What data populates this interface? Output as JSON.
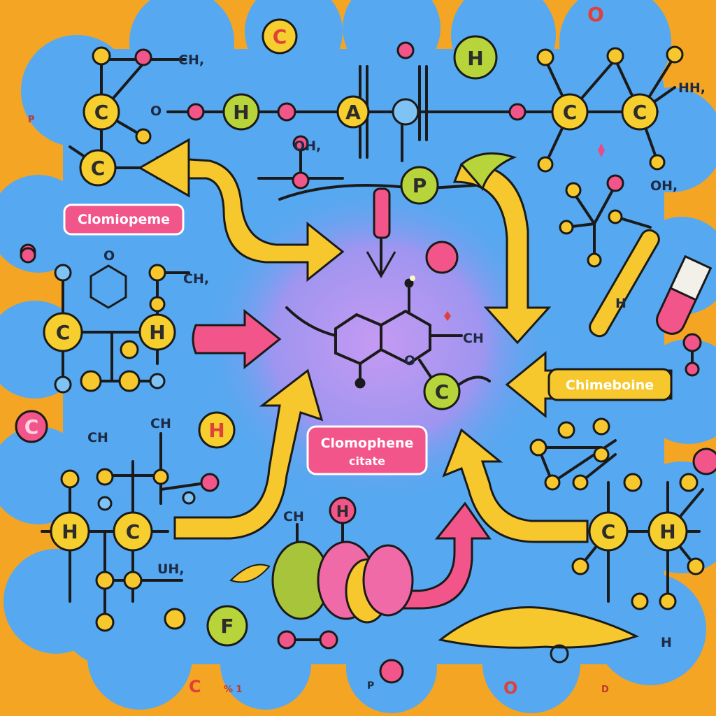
{
  "colors": {
    "background": "#f4a524",
    "cloud": "#56a8f0",
    "center_glow": "#b48ef0",
    "atom_yellow": "#f6cf2e",
    "atom_green": "#b7d43a",
    "atom_pink": "#f2558a",
    "arrow_yellow": "#f6c82e",
    "arrow_pink": "#f2558a",
    "bond": "#1a1a1a"
  },
  "labels": {
    "tag_left": "Clomiopeme",
    "tag_center_line1": "Clomophene",
    "tag_center_line2": "citate",
    "tag_right": "Chimeboine"
  },
  "atoms": {
    "c_top_left_1": "C",
    "c_top_left_2": "C",
    "h_top_chain": "H",
    "a_top_chain": "A",
    "h_top_badge": "H",
    "c_top_right_1": "C",
    "c_top_right_2": "C",
    "p_top_center": "P",
    "c_mid_left": "C",
    "h_mid_left": "H",
    "c_center": "C",
    "h_low_left_badge": "H",
    "h_low_left": "H",
    "c_low_left": "C",
    "c_low_right": "C",
    "h_low_right": "H",
    "f_bottom": "F",
    "h_bottom_pink": "H",
    "c_top_corner": "C",
    "c_left_edge": "C"
  },
  "fragments": {
    "ch3_top_left": "CH,",
    "hh_top_right": "HH,",
    "oh_top_center": "OH,",
    "oh_right": "OH,",
    "ch3_mid_left": "CH,",
    "ch_center": "CH",
    "ch_low_left_a": "CH",
    "ch_low_left_b": "CH",
    "ch_bottom": "CH",
    "uh_bottom": "UH,",
    "h_bottom_right": "H",
    "o_top_chain": "O",
    "o_ring": "O",
    "o_center": "O",
    "h_tube": "H",
    "p_left_edge": "P",
    "p_bottom": "P",
    "c_bottom_corner": "C",
    "d_bottom_right": "D",
    "o_top_right": "O",
    "percent_bottom": "% 1",
    "o_bottom_right": "O"
  }
}
